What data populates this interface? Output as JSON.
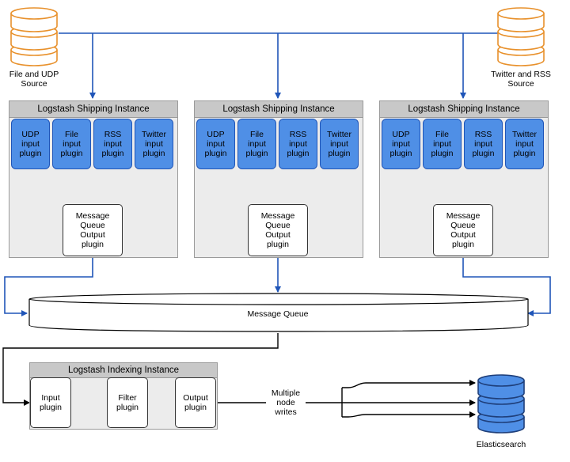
{
  "sources": {
    "left": "File and UDP\nSource",
    "right": "Twitter and RSS\nSource"
  },
  "shipping": [
    {
      "title": "Logstash Shipping Instance",
      "plugins": [
        "UDP\ninput\nplugin",
        "File\ninput\nplugin",
        "RSS\ninput\nplugin",
        "Twitter\ninput\nplugin"
      ],
      "output": "Message\nQueue\nOutput\nplugin"
    },
    {
      "title": "Logstash Shipping Instance",
      "plugins": [
        "UDP\ninput\nplugin",
        "File\ninput\nplugin",
        "RSS\ninput\nplugin",
        "Twitter\ninput\nplugin"
      ],
      "output": "Message\nQueue\nOutput\nplugin"
    },
    {
      "title": "Logstash Shipping Instance",
      "plugins": [
        "UDP\ninput\nplugin",
        "File\ninput\nplugin",
        "RSS\ninput\nplugin",
        "Twitter\ninput\nplugin"
      ],
      "output": "Message\nQueue\nOutput\nplugin"
    }
  ],
  "message_queue": "Message Queue",
  "indexing": {
    "title": "Logstash Indexing Instance",
    "input": "Input\nplugin",
    "filter": "Filter\nplugin",
    "output": "Output\nplugin"
  },
  "writes_label": "Multiple\nnode\nwrites",
  "elasticsearch": "Elasticsearch",
  "colors": {
    "plugin_fill": "#4f8fe6",
    "plugin_border": "#1f55b8",
    "flow_line": "#1f55b8",
    "db_orange": "#e8912c",
    "db_blue": "#4f8fe6"
  }
}
